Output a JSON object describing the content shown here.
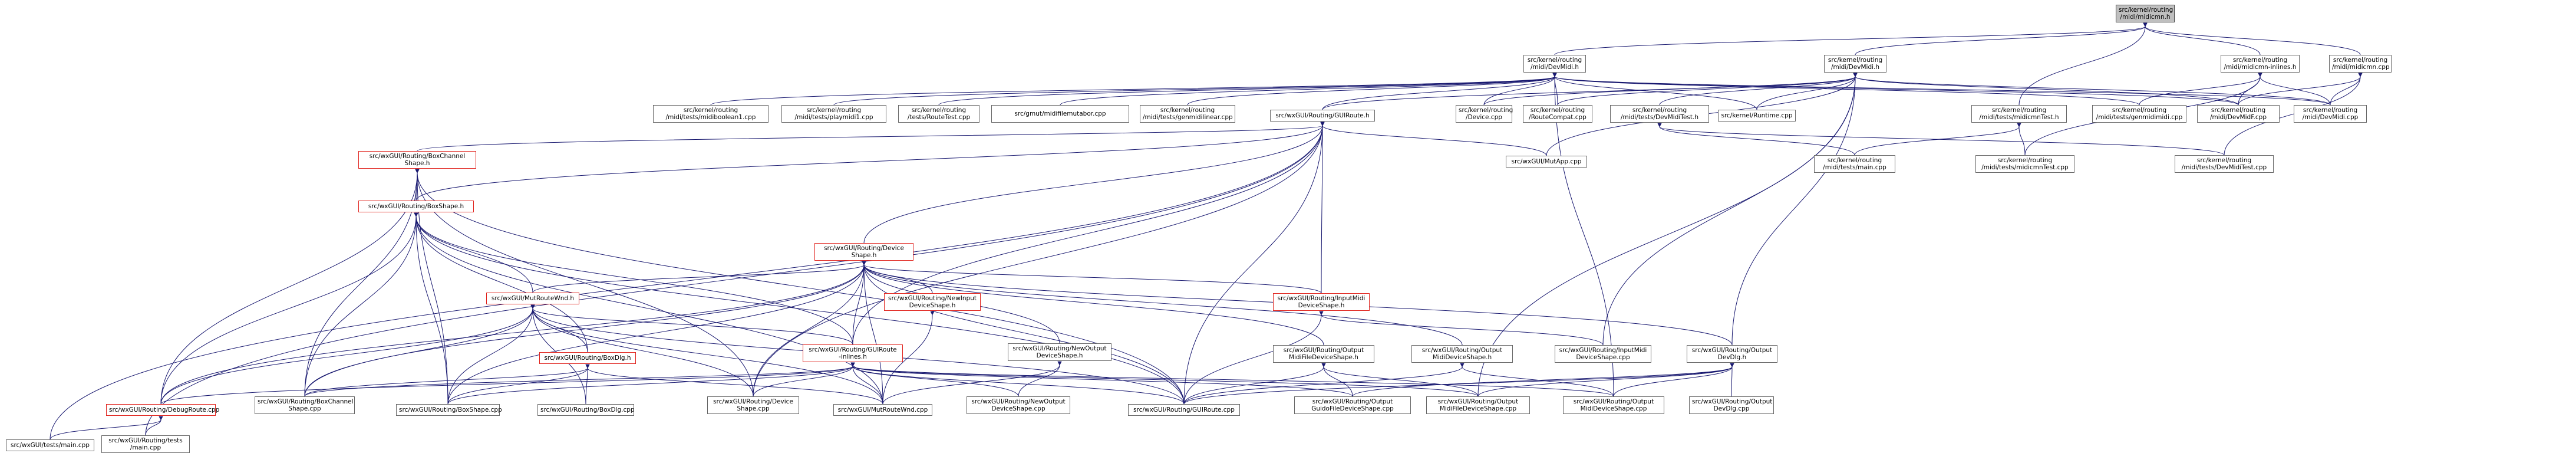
{
  "nodes": [
    {
      "id": "root",
      "lines": [
        "src/kernel/routing",
        "/midi/midicmn.h"
      ],
      "style": "root"
    },
    {
      "id": "devmidih",
      "lines": [
        "src/kernel/routing",
        "/midi/DevMidi.h"
      ],
      "style": "black"
    },
    {
      "id": "devmidih2",
      "lines": [
        "src/kernel/routing",
        "/midi/DevMidi.h"
      ],
      "style": "black"
    },
    {
      "id": "inlines",
      "lines": [
        "src/kernel/routing",
        "/midi/midicmn-inlines.h"
      ],
      "style": "black"
    },
    {
      "id": "midicmncpp",
      "lines": [
        "src/kernel/routing",
        "/midi/midicmn.cpp"
      ],
      "style": "black"
    },
    {
      "id": "booleanfail",
      "lines": [
        "src/kernel/routing",
        "/midi/tests/midiboolean1.cpp"
      ],
      "style": "black"
    },
    {
      "id": "playmidi",
      "lines": [
        "src/kernel/routing",
        "/midi/tests/playmidi1.cpp"
      ],
      "style": "black"
    },
    {
      "id": "routetest",
      "lines": [
        "src/kernel/routing",
        "/tests/RouteTest.cpp"
      ],
      "style": "black"
    },
    {
      "id": "midifilemutabor",
      "lines": [
        "src/gmut/midifilemutabor.cpp"
      ],
      "style": "black"
    },
    {
      "id": "genmidilinear",
      "lines": [
        "src/kernel/routing",
        "/midi/tests/genmidilinear.cpp"
      ],
      "style": "black"
    },
    {
      "id": "guirouteh",
      "lines": [
        "src/wxGUI/Routing/GUIRoute.h"
      ],
      "style": "black"
    },
    {
      "id": "devicecpp",
      "lines": [
        "src/kernel/routing",
        "/Device.cpp"
      ],
      "style": "black"
    },
    {
      "id": "routecompat",
      "lines": [
        "src/kernel/routing",
        "/RouteCompat.cpp"
      ],
      "style": "black"
    },
    {
      "id": "devmiditesth",
      "lines": [
        "src/kernel/routing",
        "/midi/tests/DevMidiTest.h"
      ],
      "style": "black"
    },
    {
      "id": "runtimecpp",
      "lines": [
        "src/kernel/Runtime.cpp"
      ],
      "style": "black"
    },
    {
      "id": "midicmntesth",
      "lines": [
        "src/kernel/routing",
        "/midi/tests/midicmnTest.h"
      ],
      "style": "black"
    },
    {
      "id": "genmidimidi",
      "lines": [
        "src/kernel/routing",
        "/midi/tests/genmidimidi.cpp"
      ],
      "style": "black"
    },
    {
      "id": "devmidfcpp",
      "lines": [
        "src/kernel/routing",
        "/midi/DevMidF.cpp"
      ],
      "style": "black"
    },
    {
      "id": "devmidicpp",
      "lines": [
        "src/kernel/routing",
        "/midi/DevMidi.cpp"
      ],
      "style": "black"
    },
    {
      "id": "boxchannelh",
      "lines": [
        "src/wxGUI/Routing/BoxChannel",
        "Shape.h"
      ],
      "style": "red"
    },
    {
      "id": "mutappcpp",
      "lines": [
        "src/wxGUI/MutApp.cpp"
      ],
      "style": "black"
    },
    {
      "id": "testsmaincpp",
      "lines": [
        "src/kernel/routing",
        "/midi/tests/main.cpp"
      ],
      "style": "black"
    },
    {
      "id": "midicmntestcpp",
      "lines": [
        "src/kernel/routing",
        "/midi/tests/midicmnTest.cpp"
      ],
      "style": "black"
    },
    {
      "id": "devmiditestcpp",
      "lines": [
        "src/kernel/routing",
        "/midi/tests/DevMidiTest.cpp"
      ],
      "style": "black"
    },
    {
      "id": "boxshapeh",
      "lines": [
        "src/wxGUI/Routing/BoxShape.h"
      ],
      "style": "red"
    },
    {
      "id": "deviceshapeh",
      "lines": [
        "src/wxGUI/Routing/Device",
        "Shape.h"
      ],
      "style": "red"
    },
    {
      "id": "newinputh",
      "lines": [
        "src/wxGUI/Routing/NewInput",
        "DeviceShape.h"
      ],
      "style": "red"
    },
    {
      "id": "inputmidih",
      "lines": [
        "src/wxGUI/Routing/InputMidi",
        "DeviceShape.h"
      ],
      "style": "red"
    },
    {
      "id": "mutroutewndh",
      "lines": [
        "src/wxGUI/MutRouteWnd.h"
      ],
      "style": "red"
    },
    {
      "id": "newoutputh",
      "lines": [
        "src/wxGUI/Routing/NewOutput",
        "DeviceShape.h"
      ],
      "style": "black"
    },
    {
      "id": "outputmidifileh",
      "lines": [
        "src/wxGUI/Routing/Output",
        "MidiFileDeviceShape.h"
      ],
      "style": "black"
    },
    {
      "id": "outputmidih",
      "lines": [
        "src/wxGUI/Routing/Output",
        "MidiDeviceShape.h"
      ],
      "style": "black"
    },
    {
      "id": "inputmidicpp",
      "lines": [
        "src/wxGUI/Routing/InputMidi",
        "DeviceShape.cpp"
      ],
      "style": "black"
    },
    {
      "id": "outputdevdlgh",
      "lines": [
        "src/wxGUI/Routing/Output",
        "DevDlg.h"
      ],
      "style": "black"
    },
    {
      "id": "boxdlgh",
      "lines": [
        "src/wxGUI/Routing/BoxDlg.h"
      ],
      "style": "red"
    },
    {
      "id": "guirouteinlines",
      "lines": [
        "src/wxGUI/Routing/GUIRoute",
        "-inlines.h"
      ],
      "style": "red"
    },
    {
      "id": "debugrouteh",
      "lines": [
        "src/wxGUI/Routing/DebugRoute.cpp"
      ],
      "style": "red"
    },
    {
      "id": "boxchannelcpp",
      "lines": [
        "src/wxGUI/Routing/BoxChannel",
        "Shape.cpp"
      ],
      "style": "black"
    },
    {
      "id": "boxshapecpp",
      "lines": [
        "src/wxGUI/Routing/BoxShape.cpp"
      ],
      "style": "black"
    },
    {
      "id": "boxdlgcpp",
      "lines": [
        "src/wxGUI/Routing/BoxDlg.cpp"
      ],
      "style": "black"
    },
    {
      "id": "deviceshapecpp",
      "lines": [
        "src/wxGUI/Routing/Device",
        "Shape.cpp"
      ],
      "style": "black"
    },
    {
      "id": "mutroutewndcpp",
      "lines": [
        "src/wxGUI/MutRouteWnd.cpp"
      ],
      "style": "black"
    },
    {
      "id": "newoutputcpp",
      "lines": [
        "src/wxGUI/Routing/NewOutput",
        "DeviceShape.cpp"
      ],
      "style": "black"
    },
    {
      "id": "guiroutecpp",
      "lines": [
        "src/wxGUI/Routing/GUIRoute.cpp"
      ],
      "style": "black"
    },
    {
      "id": "guidofilecpp",
      "lines": [
        "src/wxGUI/Routing/Output",
        "GuidoFileDeviceShape.cpp"
      ],
      "style": "black"
    },
    {
      "id": "midifilecpp",
      "lines": [
        "src/wxGUI/Routing/Output",
        "MidiFileDeviceShape.cpp"
      ],
      "style": "black"
    },
    {
      "id": "outputmidicpp",
      "lines": [
        "src/wxGUI/Routing/Output",
        "MidiDeviceShape.cpp"
      ],
      "style": "black"
    },
    {
      "id": "outputdevdlgcpp",
      "lines": [
        "src/wxGUI/Routing/Output",
        "DevDlg.cpp"
      ],
      "style": "black"
    },
    {
      "id": "wxtestsmain",
      "lines": [
        "src/wxGUI/tests/main.cpp"
      ],
      "style": "black"
    },
    {
      "id": "wxroutingtestsmain",
      "lines": [
        "src/wxGUI/Routing/tests",
        "/main.cpp"
      ],
      "style": "black"
    }
  ],
  "edges": [
    [
      "root",
      "devmidih"
    ],
    [
      "root",
      "devmidih2"
    ],
    [
      "root",
      "inlines"
    ],
    [
      "root",
      "midicmncpp"
    ],
    [
      "root",
      "midicmntesth"
    ],
    [
      "devmidih",
      "booleanfail"
    ],
    [
      "devmidih",
      "playmidi"
    ],
    [
      "devmidih",
      "routetest"
    ],
    [
      "devmidih",
      "midifilemutabor"
    ],
    [
      "devmidih",
      "genmidilinear"
    ],
    [
      "devmidih",
      "guirouteh"
    ],
    [
      "devmidih",
      "devicecpp"
    ],
    [
      "devmidih",
      "routecompat"
    ],
    [
      "devmidih",
      "runtimecpp"
    ],
    [
      "devmidih",
      "genmidimidi"
    ],
    [
      "devmidih",
      "devmidfcpp"
    ],
    [
      "devmidih",
      "devmidicpp"
    ],
    [
      "devmidih",
      "outputmidicpp"
    ],
    [
      "devmidih2",
      "guirouteh"
    ],
    [
      "devmidih2",
      "devicecpp"
    ],
    [
      "devmidih2",
      "routecompat"
    ],
    [
      "devmidih2",
      "devmiditesth"
    ],
    [
      "devmidih2",
      "runtimecpp"
    ],
    [
      "devmidih2",
      "mutappcpp"
    ],
    [
      "devmidih2",
      "inputmidicpp"
    ],
    [
      "devmidih2",
      "outputdevdlgh"
    ],
    [
      "devmidih2",
      "devmidicpp"
    ],
    [
      "devmidih2",
      "devmidfcpp"
    ],
    [
      "devmidih2",
      "midifilecpp"
    ],
    [
      "inlines",
      "genmidimidi"
    ],
    [
      "inlines",
      "devmidfcpp"
    ],
    [
      "inlines",
      "devmidicpp"
    ],
    [
      "inlines",
      "midicmntestcpp"
    ],
    [
      "midicmncpp",
      "devmidfcpp"
    ],
    [
      "midicmncpp",
      "devmidicpp"
    ],
    [
      "midicmncpp",
      "devmiditestcpp"
    ],
    [
      "midicmntesth",
      "testsmaincpp"
    ],
    [
      "midicmntesth",
      "midicmntestcpp"
    ],
    [
      "devmiditesth",
      "testsmaincpp"
    ],
    [
      "devmiditesth",
      "devmiditestcpp"
    ],
    [
      "guirouteh",
      "boxchannelh"
    ],
    [
      "guirouteh",
      "mutappcpp"
    ],
    [
      "guirouteh",
      "boxshapeh"
    ],
    [
      "guirouteh",
      "deviceshapeh"
    ],
    [
      "guirouteh",
      "inputmidih"
    ],
    [
      "guirouteh",
      "guiroutecpp"
    ],
    [
      "guirouteh",
      "guirouteinlines"
    ],
    [
      "guirouteh",
      "wxtestsmain"
    ],
    [
      "guirouteh",
      "wxroutingtestsmain"
    ],
    [
      "guirouteh",
      "deviceshapecpp"
    ],
    [
      "boxchannelh",
      "boxshapeh"
    ],
    [
      "boxchannelh",
      "boxchannelcpp"
    ],
    [
      "boxchannelh",
      "boxshapecpp"
    ],
    [
      "boxchannelh",
      "debugrouteh"
    ],
    [
      "boxchannelh",
      "guiroutecpp"
    ],
    [
      "boxchannelh",
      "deviceshapecpp"
    ],
    [
      "boxshapeh",
      "mutroutewndh"
    ],
    [
      "boxshapeh",
      "boxdlgh"
    ],
    [
      "boxshapeh",
      "guirouteinlines"
    ],
    [
      "boxshapeh",
      "debugrouteh"
    ],
    [
      "boxshapeh",
      "boxchannelcpp"
    ],
    [
      "boxshapeh",
      "boxshapecpp"
    ],
    [
      "boxshapeh",
      "guiroutecpp"
    ],
    [
      "boxshapeh",
      "mutroutewndcpp"
    ],
    [
      "deviceshapeh",
      "newinputh"
    ],
    [
      "deviceshapeh",
      "inputmidih"
    ],
    [
      "deviceshapeh",
      "newoutputh"
    ],
    [
      "deviceshapeh",
      "outputmidifileh"
    ],
    [
      "deviceshapeh",
      "outputmidih"
    ],
    [
      "deviceshapeh",
      "outputdevdlgh"
    ],
    [
      "deviceshapeh",
      "mutroutewndh"
    ],
    [
      "deviceshapeh",
      "guirouteinlines"
    ],
    [
      "deviceshapeh",
      "debugrouteh"
    ],
    [
      "deviceshapeh",
      "deviceshapecpp"
    ],
    [
      "deviceshapeh",
      "guiroutecpp"
    ],
    [
      "deviceshapeh",
      "boxchannelcpp"
    ],
    [
      "deviceshapeh",
      "boxshapecpp"
    ],
    [
      "deviceshapeh",
      "mutroutewndcpp"
    ],
    [
      "newinputh",
      "mutroutewndcpp"
    ],
    [
      "inputmidih",
      "inputmidicpp"
    ],
    [
      "inputmidih",
      "guiroutecpp"
    ],
    [
      "newoutputh",
      "newoutputcpp"
    ],
    [
      "newoutputh",
      "mutroutewndcpp"
    ],
    [
      "outputmidifileh",
      "midifilecpp"
    ],
    [
      "outputmidifileh",
      "guidofilecpp"
    ],
    [
      "outputmidifileh",
      "guiroutecpp"
    ],
    [
      "outputmidih",
      "outputmidicpp"
    ],
    [
      "outputmidih",
      "guiroutecpp"
    ],
    [
      "outputdevdlgh",
      "outputdevdlgcpp"
    ],
    [
      "outputdevdlgh",
      "guidofilecpp"
    ],
    [
      "outputdevdlgh",
      "midifilecpp"
    ],
    [
      "outputdevdlgh",
      "outputmidicpp"
    ],
    [
      "outputdevdlgh",
      "guiroutecpp"
    ],
    [
      "mutroutewndh",
      "boxdlgh"
    ],
    [
      "mutroutewndh",
      "guirouteinlines"
    ],
    [
      "mutroutewndh",
      "debugrouteh"
    ],
    [
      "mutroutewndh",
      "boxchannelcpp"
    ],
    [
      "mutroutewndh",
      "boxshapecpp"
    ],
    [
      "mutroutewndh",
      "boxdlgcpp"
    ],
    [
      "mutroutewndh",
      "deviceshapecpp"
    ],
    [
      "mutroutewndh",
      "mutroutewndcpp"
    ],
    [
      "mutroutewndh",
      "guiroutecpp"
    ],
    [
      "boxdlgh",
      "boxdlgcpp"
    ],
    [
      "boxdlgh",
      "boxshapecpp"
    ],
    [
      "boxdlgh",
      "boxchannelcpp"
    ],
    [
      "boxdlgh",
      "mutroutewndcpp"
    ],
    [
      "guirouteinlines",
      "debugrouteh"
    ],
    [
      "guirouteinlines",
      "boxchannelcpp"
    ],
    [
      "guirouteinlines",
      "boxshapecpp"
    ],
    [
      "guirouteinlines",
      "deviceshapecpp"
    ],
    [
      "guirouteinlines",
      "mutroutewndcpp"
    ],
    [
      "guirouteinlines",
      "newoutputcpp"
    ],
    [
      "guirouteinlines",
      "guiroutecpp"
    ],
    [
      "guirouteinlines",
      "guidofilecpp"
    ],
    [
      "guirouteinlines",
      "midifilecpp"
    ],
    [
      "guirouteinlines",
      "outputmidicpp"
    ],
    [
      "debugrouteh",
      "wxtestsmain"
    ],
    [
      "debugrouteh",
      "wxroutingtestsmain"
    ]
  ],
  "colors": {
    "edge": "#191970",
    "border_normal": "#666666",
    "border_red": "#e0211b",
    "root_fill": "#bfbfbf"
  }
}
